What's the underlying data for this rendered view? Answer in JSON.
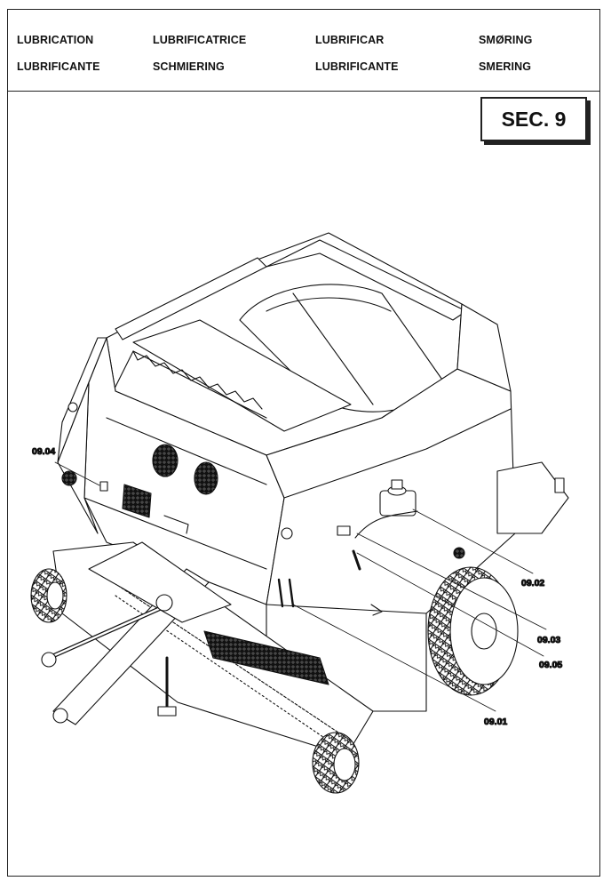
{
  "header": {
    "row1": [
      "LUBRICATION",
      "LUBRIFICATRICE",
      "LUBRIFICAR",
      "SMØRING"
    ],
    "row2": [
      "LUBRIFICANTE",
      "SCHMIERING",
      "LUBRIFICANTE",
      "SMERING"
    ]
  },
  "section": {
    "label": "SEC. 9"
  },
  "callouts": {
    "c0901": "09.01",
    "c0902": "09.02",
    "c0903": "09.03",
    "c0904": "09.04",
    "c0905": "09.05"
  },
  "colors": {
    "ink": "#111111",
    "paper": "#ffffff"
  }
}
